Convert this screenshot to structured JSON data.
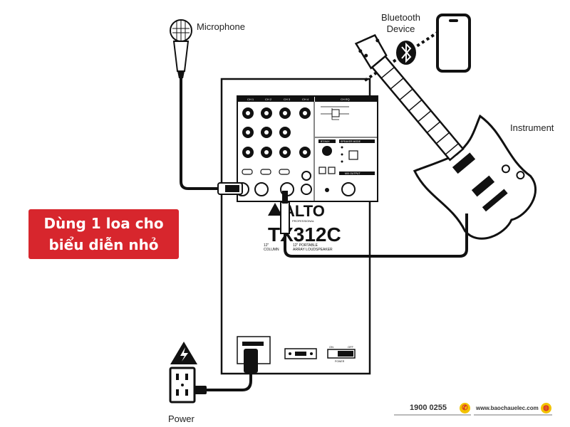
{
  "labels": {
    "microphone": "Microphone",
    "bluetooth_line1": "Bluetooth",
    "bluetooth_line2": "Device",
    "instrument": "Instrument",
    "power": "Power"
  },
  "speaker": {
    "brand": "ALTO",
    "brand_sub": "PROFESSIONAL",
    "model": "TX312C",
    "desc_left_1": "12\"",
    "desc_left_2": "COLUMN",
    "desc_right_1": "12\" PORTABLE",
    "desc_right_2": "ARRAY LOUDSPEAKER",
    "channels": [
      "CH 1",
      "CH 2",
      "CH 3",
      "CH 4"
    ],
    "panel_eq": "CH EQ",
    "panel_bt": "BT/AUX",
    "panel_speaker_mode": "SPEAKER MODE",
    "panel_mix_output": "MIX OUTPUT",
    "switch_on": "ON",
    "switch_off": "OFF",
    "switch_power": "POWER"
  },
  "promo": {
    "line1": "Dùng 1 loa cho",
    "line2": "biểu diễn nhỏ"
  },
  "contact": {
    "phone": "1900 0255",
    "website": "www.baochauelec.com"
  },
  "colors": {
    "promo_bg": "#d7262d",
    "line": "#111111",
    "accent_yellow": "#f2c200"
  }
}
